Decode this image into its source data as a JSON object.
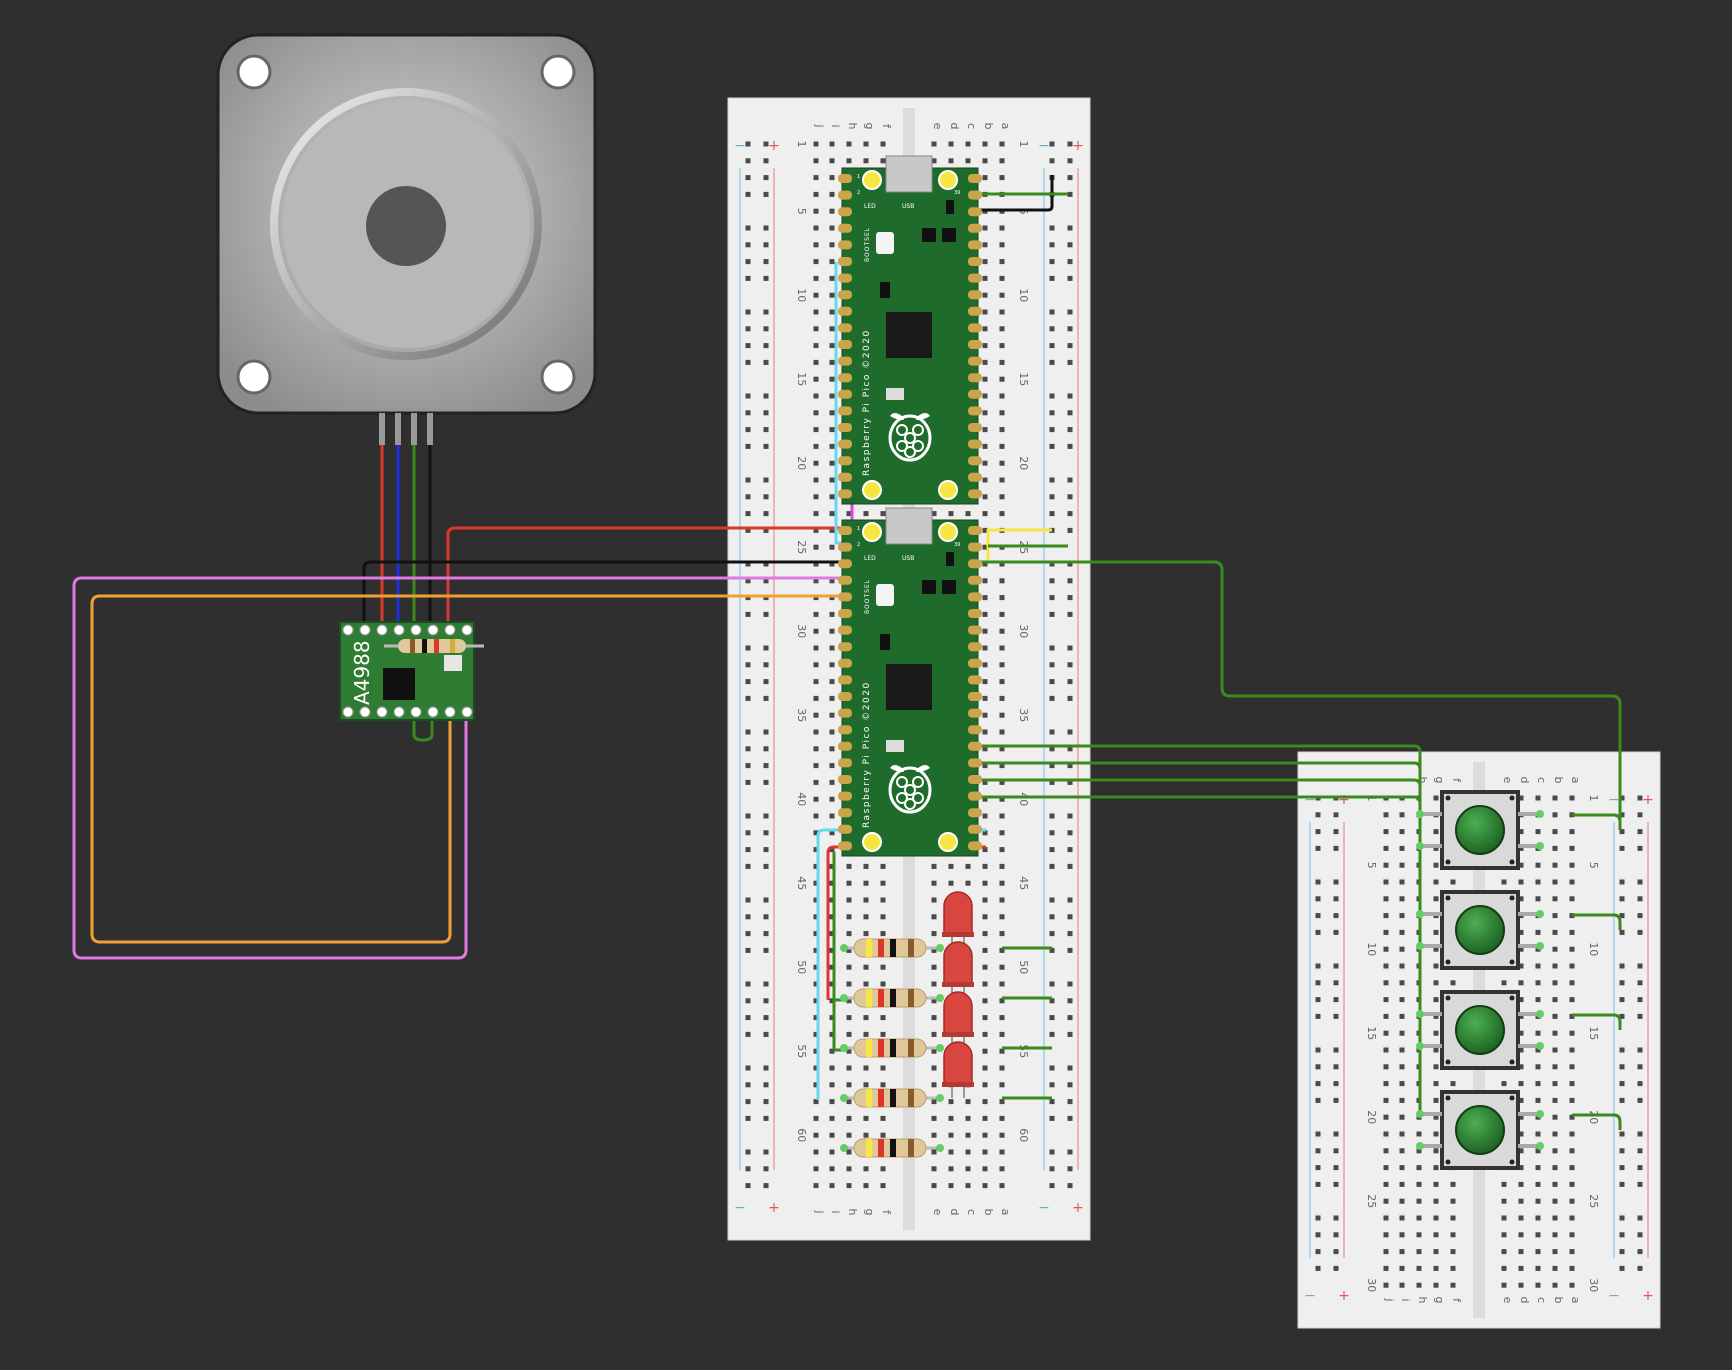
{
  "canvas": {
    "background": "#2f2f2f"
  },
  "breadboards": [
    {
      "id": "main",
      "rows": 63,
      "row_label_step": 5,
      "column_letters_left": [
        "j",
        "i",
        "h",
        "g",
        "f"
      ],
      "column_letters_right": [
        "e",
        "d",
        "c",
        "b",
        "a"
      ],
      "rail_symbol_neg": "−",
      "rail_symbol_pos": "+"
    },
    {
      "id": "buttons",
      "rows": 30,
      "row_label_step": 5,
      "column_letters_left": [
        "j",
        "i",
        "h",
        "g",
        "f"
      ],
      "column_letters_right": [
        "e",
        "d",
        "c",
        "b",
        "a"
      ],
      "rail_symbol_neg": "−",
      "rail_symbol_pos": "+"
    }
  ],
  "picos": [
    {
      "name_label": "Raspberry Pi Pico ©2020",
      "bootsel_label": "BOOTSEL",
      "led_label": "LED",
      "usb_label": "USB",
      "pin1": "1",
      "pin2": "2",
      "pin39": "39"
    },
    {
      "name_label": "Raspberry Pi Pico ©2020",
      "bootsel_label": "BOOTSEL",
      "led_label": "LED",
      "usb_label": "USB",
      "pin1": "1",
      "pin2": "2",
      "pin39": "39"
    }
  ],
  "driver": {
    "label": "A4988",
    "color": "#2f7d32"
  },
  "stepper": {
    "body_color": "#9a9a9a"
  },
  "leds": {
    "count": 4,
    "color": "#d9463f"
  },
  "resistors": {
    "count": 5
  },
  "buttons": {
    "count": 4,
    "cap_color": "#2e7d32"
  },
  "wire_colors": {
    "red": "#e0352b",
    "black": "#111111",
    "blue": "#1f2fe0",
    "green": "#3a8a1c",
    "pink": "#e07ae0",
    "orange": "#f0a030",
    "cyan": "#66d9f0",
    "yellow": "#f5e642",
    "magenta": "#d44ad8"
  }
}
